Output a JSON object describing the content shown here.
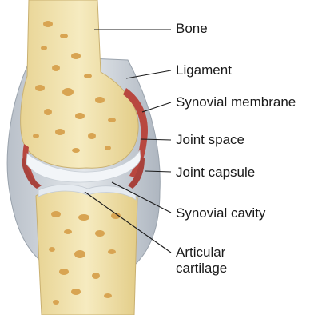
{
  "labels": {
    "bone": "Bone",
    "ligament": "Ligament",
    "synovial_membrane": "Synovial membrane",
    "joint_space": "Joint space",
    "joint_capsule": "Joint capsule",
    "synovial_cavity": "Synovial cavity",
    "articular_cartilage_line1": "Articular",
    "articular_cartilage_line2": "cartilage"
  },
  "colors": {
    "bone_shaft": "#f1e3ad",
    "marrow_spots": "#d9a85a",
    "capsule": "#c9cfd6",
    "synovial_membrane": "#b8473f",
    "cartilage": "#eef2f6",
    "leader_lines": "#1a1a1a"
  }
}
